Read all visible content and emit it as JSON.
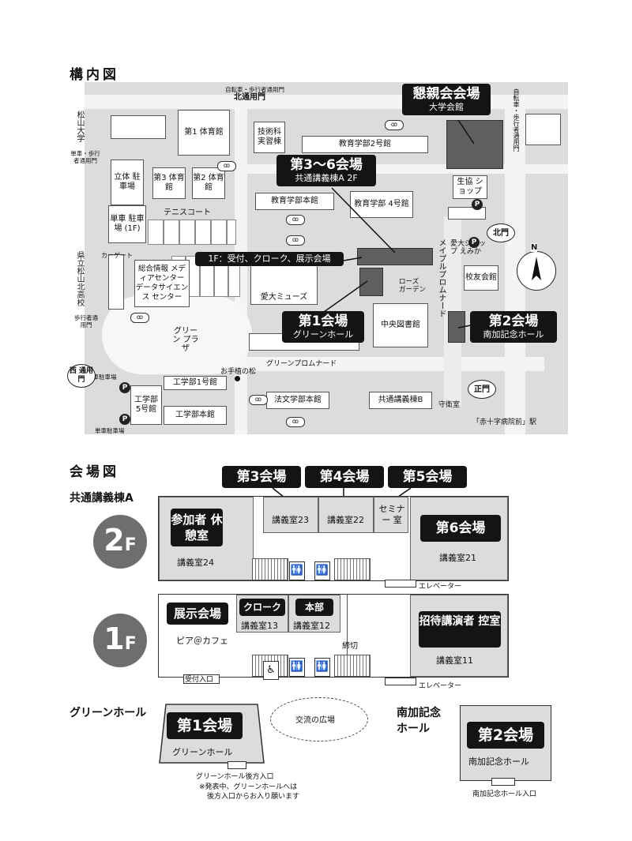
{
  "titles": {
    "campus": "構内図",
    "venue": "会場図"
  },
  "campus": {
    "north_gate_small": "自転車・歩行者通用門",
    "north_gate": "北通用門",
    "east_gate_small": "自転車・歩行者通用門",
    "west_neighbor": "松山大学",
    "west_bike_gate": "単車・歩行者通用門",
    "west_walk_gate": "歩行者通用門",
    "west_car_gate": "カーゲート",
    "west_school": "県立松山北高校",
    "bike_parking_w": "単車駐車場",
    "bike_parking_sw": "単車駐車場",
    "buildings": {
      "gym1": "第1 体育館",
      "tech": "技術科 実習棟",
      "edu2": "教育学部2号館",
      "gym3": "第3 体育館",
      "gym2": "第2 体育館",
      "parking": "立体 駐車場",
      "bike_park": "単車 駐車場 (1F)",
      "edu_main": "教育学部本館",
      "edu4": "教育学部 4号館",
      "coop": "生協 ショップ",
      "tennis": "テニスコート",
      "media": "総合情報 メディアセンター データサイエンス センター",
      "museum": "愛大ミューズ",
      "aidai_shop": "愛大ショップ えみか",
      "alumni": "校友会館",
      "library": "中央図書館",
      "rose": "ローズ ガーデン",
      "green_plaza": "グリーン プラザ",
      "eng1": "工学部1号館",
      "eng5": "工学部 5号館",
      "eng_main": "工学部本館",
      "law_main": "法文学部本館",
      "lecture_b": "共通講義棟B",
      "guard": "守衛室",
      "pine": "お手植の松",
      "green_promenade": "グリーンプロムナード",
      "maple_promenade": "メイプルプロムナード"
    },
    "gates": {
      "north": "北門",
      "west": "西 通用門",
      "main": "正門"
    },
    "station": "「赤十字病院前」駅",
    "compass": "N",
    "parking_sign": "P",
    "bike_sign": "ꝏ",
    "callouts": {
      "konshin_big": "懇親会会場",
      "konshin_small": "大学会館",
      "v36_big": "第3〜6会場",
      "v36_small": "共通講義棟A 2F",
      "floor1": "1F：受付、クローク、展示会場",
      "v1_big": "第1会場",
      "v1_small": "グリーンホール",
      "v2_big": "第2会場",
      "v2_small": "南加記念ホール"
    }
  },
  "venue": {
    "building_label": "共通講義棟A",
    "top_tags": [
      "第3会場",
      "第4会場",
      "第5会場"
    ],
    "floor2": {
      "circle_num": "2",
      "circle_f": "F",
      "rest_tag": "参加者 休憩室",
      "room24": "講義室24",
      "room23": "講義室23",
      "room22": "講義室22",
      "seminar": "セミナー 室",
      "v6_tag": "第6会場",
      "room21": "講義室21",
      "elevator": "エレベーター"
    },
    "floor1": {
      "circle_num": "1",
      "circle_f": "F",
      "exhibit_tag": "展示会場",
      "cafe": "ピア＠カフェ",
      "cloak_tag": "クローク",
      "room13": "講義室13",
      "hq_tag": "本部",
      "room12": "講義室12",
      "partition": "締切",
      "guest_tag": "招待講演者 控室",
      "room11": "講義室11",
      "reception": "受付入口",
      "elevator": "エレベーター"
    },
    "green_hall": {
      "title": "グリーンホール",
      "tag": "第1会場",
      "name": "グリーンホール",
      "entrance": "グリーンホール後方入口",
      "note1": "※発表中、グリーンホールへは",
      "note2": "後方入口からお入り願います"
    },
    "plaza": "交流の広場",
    "nanka": {
      "title1": "南加記念",
      "title2": "ホール",
      "tag": "第2会場",
      "name": "南加記念ホール",
      "entrance": "南加記念ホール入口"
    },
    "icons": {
      "toilet": "toilet-icon",
      "accessible": "wheelchair-icon"
    }
  }
}
